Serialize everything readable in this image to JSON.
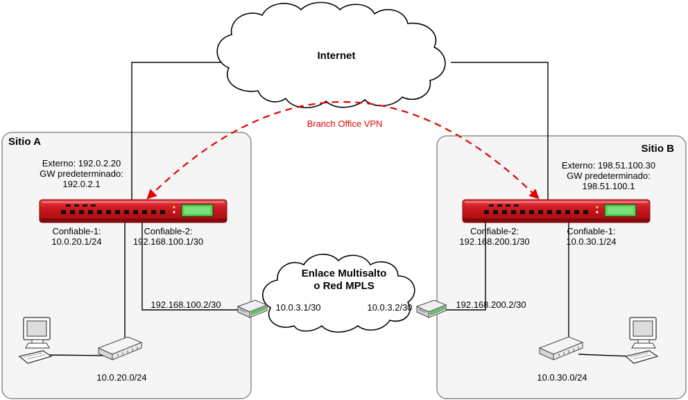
{
  "diagram": {
    "internet_label": "Internet",
    "vpn_label": "Branch Office VPN",
    "mpls_label_line1": "Enlace Multisalto",
    "mpls_label_line2": "o Red MPLS",
    "mpls_left_ip": "10.0.3.1/30",
    "mpls_right_ip": "10.0.3.2/30"
  },
  "site_a": {
    "title": "Sitio A",
    "externo": "Externo: 192.0.2.20",
    "gw_label": "GW predeterminado:",
    "gw_ip": "192.0.2.1",
    "trusted1_label": "Confiable-1:",
    "trusted1_ip": "10.0.20.1/24",
    "trusted2_label": "Confiable-2:",
    "trusted2_ip": "192.168.100.1/30",
    "link_ip": "192.168.100.2/30",
    "lan_ip": "10.0.20.0/24"
  },
  "site_b": {
    "title": "Sitio B",
    "externo": "Externo: 198.51.100.30",
    "gw_label": "GW predeterminado:",
    "gw_ip": "198.51.100.1",
    "trusted2_label": "Confiable-2:",
    "trusted2_ip": "192.168.200.1/30",
    "trusted1_label": "Confiable-1:",
    "trusted1_ip": "10.0.30.1/24",
    "link_ip": "192.168.200.2/30",
    "lan_ip": "10.0.30.0/24"
  },
  "colors": {
    "firewall_red": "#c8161c",
    "vpn_red": "#e60000",
    "screen_green": "#57d257",
    "site_bg": "#f5f5f5",
    "line_black": "#000000"
  },
  "icons": {
    "internet_cloud": "cloud",
    "mpls_cloud": "cloud",
    "firewall": "firebox-appliance",
    "router": "router-device",
    "switch": "switch-device",
    "computer": "desktop-computer"
  }
}
